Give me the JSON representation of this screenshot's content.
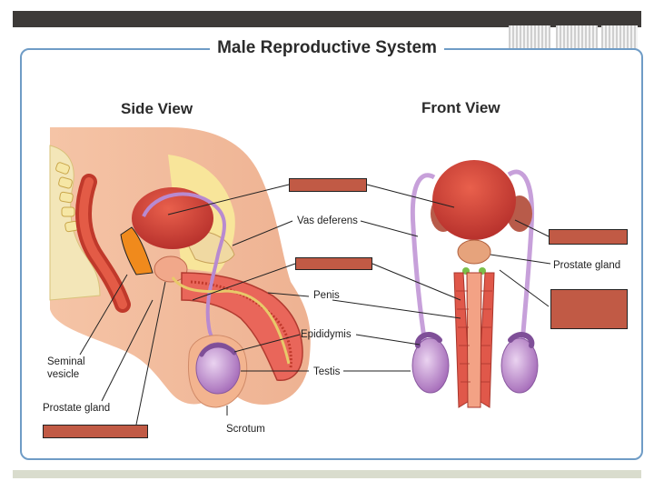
{
  "title": "Male Reproductive System",
  "views": {
    "side": "Side View",
    "front": "Front View"
  },
  "labels": {
    "vas_deferens": "Vas deferens",
    "penis": "Penis",
    "epididymis": "Epididymis",
    "testis": "Testis",
    "scrotum": "Scrotum",
    "seminal_vesicle": "Seminal\nvesicle",
    "prostate_gland_side": "Prostate gland",
    "prostate_gland_front": "Prostate gland"
  },
  "colors": {
    "redacted_box": "#c15a45",
    "highlight": "#f08a1c",
    "frame": "#6f9cc6",
    "tissue": "#e25a4a",
    "testis": "#b985c8"
  }
}
